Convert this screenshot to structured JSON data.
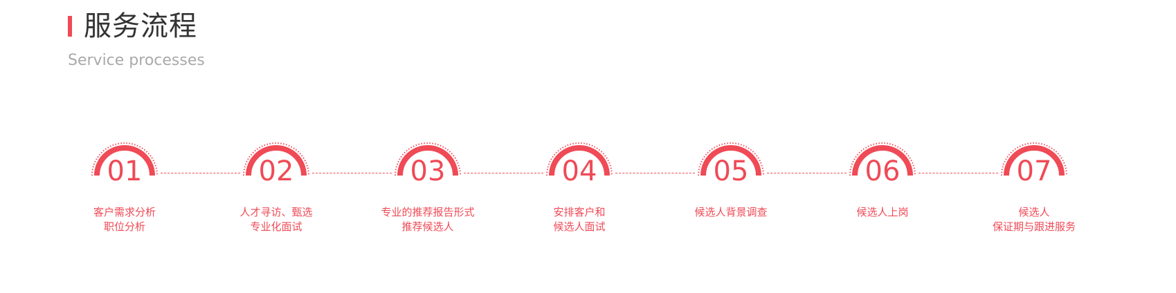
{
  "header": {
    "title": "服务流程",
    "subtitle": "Service processes"
  },
  "colors": {
    "accent": "#ef4a56",
    "title": "#333333",
    "subtitle": "#a9a9a9"
  },
  "steps": [
    {
      "number": "01",
      "lines": [
        "客户需求分析",
        "职位分析"
      ]
    },
    {
      "number": "02",
      "lines": [
        "人才寻访、甄选",
        "专业化面试"
      ]
    },
    {
      "number": "03",
      "lines": [
        "专业的推荐报告形式",
        "推荐候选人"
      ]
    },
    {
      "number": "04",
      "lines": [
        "安排客户和",
        "候选人面试"
      ]
    },
    {
      "number": "05",
      "lines": [
        "候选人背景调查",
        ""
      ]
    },
    {
      "number": "06",
      "lines": [
        "候选人上岗",
        ""
      ]
    },
    {
      "number": "07",
      "lines": [
        "候选人",
        "保证期与跟进服务"
      ]
    }
  ]
}
